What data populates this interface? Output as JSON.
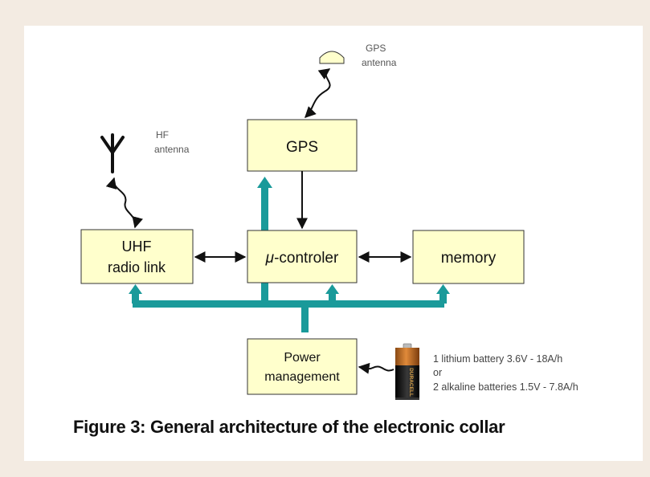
{
  "diagram": {
    "colors": {
      "box_fill": "#ffffcc",
      "box_stroke": "#333333",
      "power_bus": "#1a9a9a",
      "arrow": "#111111",
      "page_bg": "#f3ebe2",
      "panel_bg": "#ffffff"
    },
    "boxes": {
      "gps": "GPS",
      "uhf_line1": "UHF",
      "uhf_line2": "radio link",
      "controller_mu": "μ",
      "controller_text": "-controler",
      "memory": "memory",
      "power_line1": "Power",
      "power_line2": "management"
    },
    "labels": {
      "gps_antenna_line1": "GPS",
      "gps_antenna_line2": "antenna",
      "hf_antenna_line1": "HF",
      "hf_antenna_line2": "antenna",
      "battery_line1": "1 lithium battery 3.6V - 18A/h",
      "battery_line2": "or",
      "battery_line3": "2 alkaline batteries 1.5V - 7.8A/h",
      "battery_brand": "DURACELL"
    },
    "caption": "Figure 3: General architecture of the electronic collar"
  }
}
